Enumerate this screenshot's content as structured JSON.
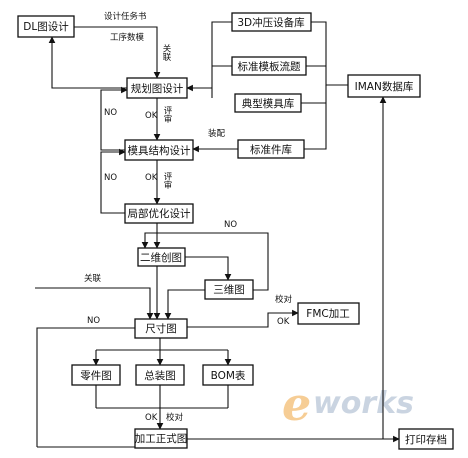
{
  "nodes": {
    "dl_design": "DL图设计",
    "planning_design": "规划图设计",
    "die_structure": "模具结构设计",
    "local_optimization": "局部优化设计",
    "two_d_layout": "二维创图",
    "three_d": "三维图",
    "dimension": "尺寸图",
    "fmc": "FMC加工",
    "part_drawing": "零件图",
    "assembly_drawing": "总装图",
    "bom": "BOM表",
    "processing_formal": "加工正式图",
    "print_archive": "打印存档",
    "press_library": "3D冲压设备库",
    "std_die_plate": "标准模板流题",
    "typical_die_lib": "典型模具库",
    "std_parts_lib": "标准件库",
    "iman": "IMAN数据库"
  },
  "labels": {
    "design_task": "设计任务书",
    "process_data": "工序数模",
    "associate_1": "关联",
    "associate_2": "关联",
    "assembly": "装配",
    "review_1": "评审",
    "review_2": "评审",
    "ok_1": "OK",
    "ok_2": "OK",
    "ok_3": "OK",
    "ok_4": "OK",
    "no_1": "NO",
    "no_2": "NO",
    "no_3": "NO",
    "no_4": "NO",
    "proofread_1": "校对",
    "proofread_2": "校对"
  },
  "watermark": {
    "e": "e",
    "rest": "works"
  }
}
